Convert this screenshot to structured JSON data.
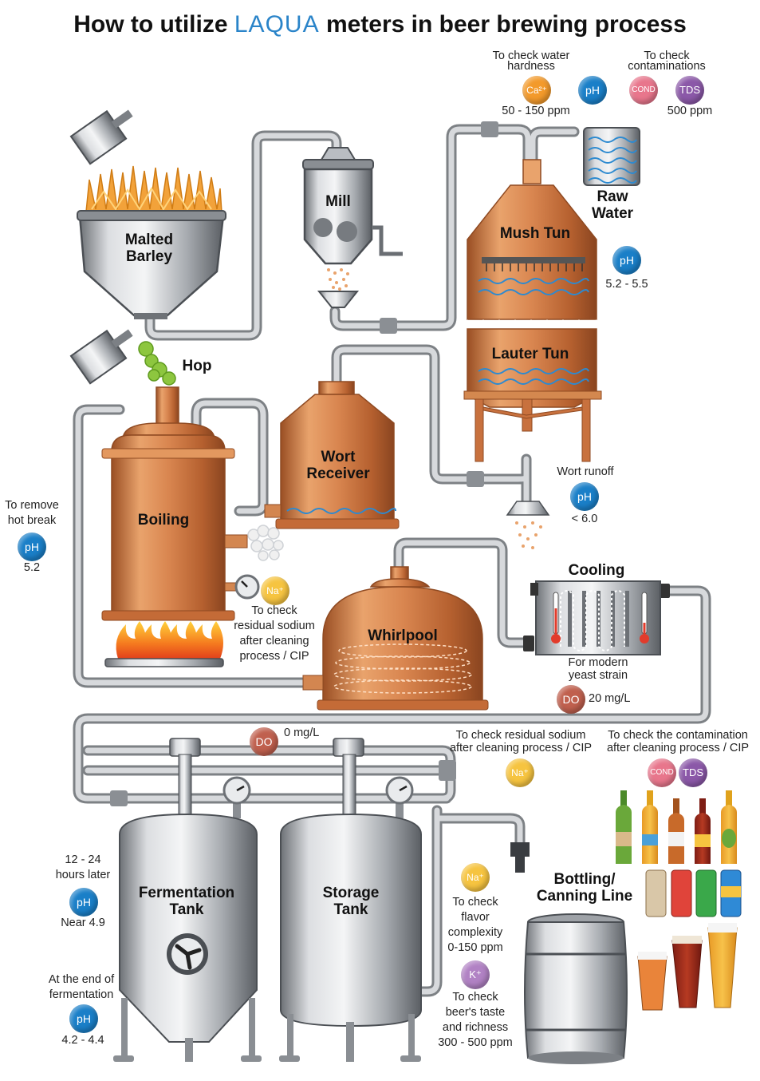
{
  "title": {
    "prefix": "How to utilize",
    "brand": "LAQUA",
    "suffix": "meters in beer brewing process"
  },
  "labels": {
    "malted_barley": "Malted\nBarley",
    "mill": "Mill",
    "mush_tun": "Mush Tun",
    "lauter_tun": "Lauter Tun",
    "raw_water": "Raw\nWater",
    "hop": "Hop",
    "boiling": "Boiling",
    "wort_receiver": "Wort\nReceiver",
    "whirlpool": "Whirlpool",
    "cooling": "Cooling",
    "fermentation_tank": "Fermentation\nTank",
    "storage_tank": "Storage\nTank",
    "bottling": "Bottling/\nCanning Line"
  },
  "badges": {
    "ph": "pH",
    "ca": "Ca²⁺",
    "cond": "COND",
    "tds": "TDS",
    "na": "Na⁺",
    "do": "DO",
    "k": "K⁺"
  },
  "notes": {
    "water_hardness": "To check water\nhardness",
    "water_hardness_range": "50 - 150 ppm",
    "contaminations": "To check\ncontaminations",
    "contaminations_range": "500 ppm",
    "mush_ph_range": "5.2 - 5.5",
    "wort_runoff": "Wort runoff",
    "wort_runoff_range": "< 6.0",
    "hot_break": "To remove\nhot break",
    "hot_break_value": "5.2",
    "residual_sodium_boil": "To check\nresidual sodium\nafter cleaning\nprocess / CIP",
    "modern_yeast": "For modern\nyeast strain",
    "do_cooling_value": "20 mg/L",
    "do_pipe_value": "0 mg/L",
    "residual_sodium_pipe": "To check residual sodium\nafter cleaning process / CIP",
    "contamination_cip": "To check the contamination\nafter cleaning process / CIP",
    "ferm_12_24": "12 - 24\nhours later",
    "ferm_near": "Near 4.9",
    "ferm_end": "At the end of\nfermentation",
    "ferm_end_range": "4.2 - 4.4",
    "flavor": "To check\nflavor\ncomplexity\n0-150 ppm",
    "taste": "To check\nbeer's taste\nand richness\n300 - 500 ppm"
  },
  "colors": {
    "copper": "#c8713e",
    "copper_light": "#e8a06a",
    "copper_dark": "#8f4a22",
    "steel": "#9ea2a7",
    "steel_light": "#e9ebed",
    "steel_dark": "#5d6166",
    "pipe": "#b9bcc0",
    "water_blue": "#2d8ad0",
    "grain": "#f2a23a",
    "hop_green": "#8dc63f",
    "ph_blue": "#1a7fc8"
  }
}
